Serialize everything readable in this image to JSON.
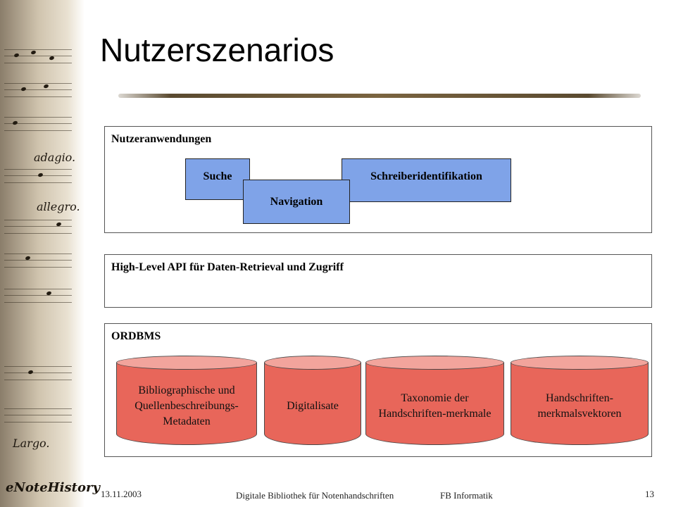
{
  "slide": {
    "title": "Nutzerszenarios"
  },
  "layers": {
    "applications": {
      "label": "Nutzeranwendungen",
      "items": [
        "Suche",
        "Schreiberidentifikation",
        "Navigation"
      ]
    },
    "api": {
      "label": "High-Level API für Daten-Retrieval und Zugriff"
    },
    "database": {
      "label": "ORDBMS",
      "stores": [
        "Bibliographische und Quellenbeschreibungs-Metadaten",
        "Digitalisate",
        "Taxonomie der Handschriften-merkmale",
        "Handschriften-merkmalsvektoren"
      ]
    }
  },
  "footer": {
    "date": "13.11.2003",
    "center": "Digitale Bibliothek für Notenhandschriften",
    "department": "FB Informatik",
    "page": "13"
  },
  "branding": {
    "logo_text": "eNoteHistory",
    "margin_words": [
      "adagio.",
      "allegro.",
      "Largo."
    ]
  },
  "colors": {
    "app_box": "#7fa3e8",
    "cylinder_body": "#e8665a",
    "cylinder_top": "#f2a49c"
  }
}
